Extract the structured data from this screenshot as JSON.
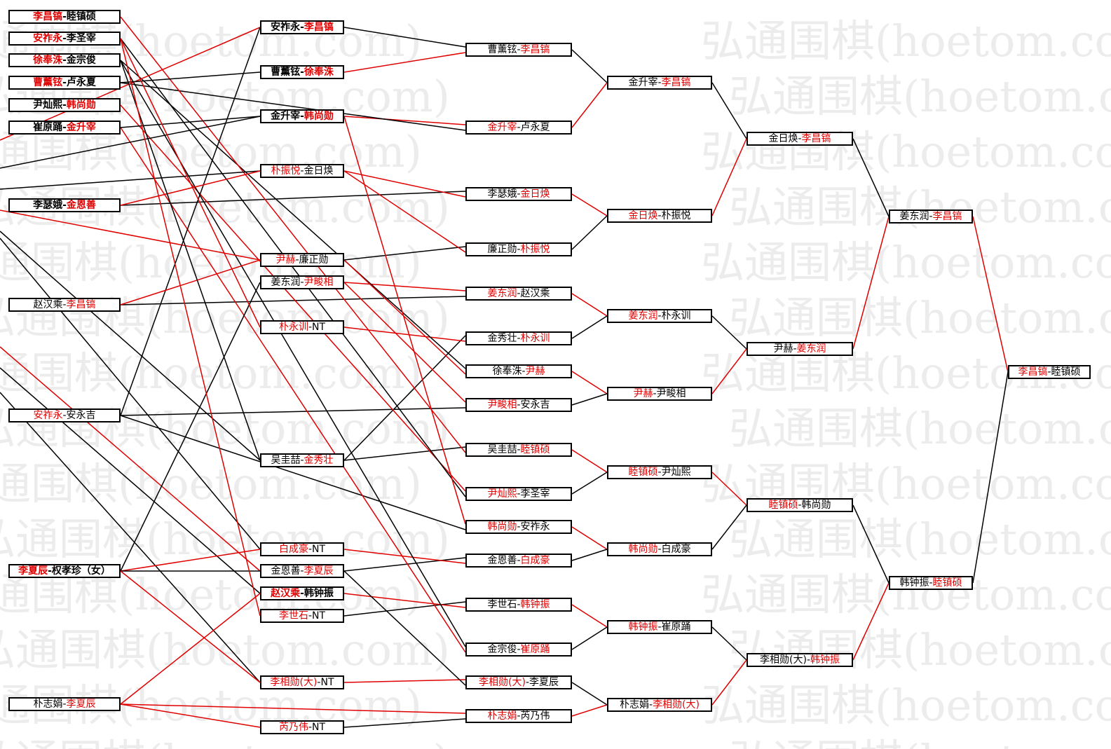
{
  "watermark": "弘通围棋(hoetom.com)",
  "colors": {
    "winner": "#e00000",
    "loser": "#000000",
    "line_win": "#e00000",
    "line_lose": "#000000"
  },
  "rounds": [
    {
      "name": "round-1",
      "matches": [
        {
          "id": "r1m1",
          "a": "李昌镐",
          "b": "睦镇硕",
          "winner": "a"
        },
        {
          "id": "r1m2",
          "a": "安祚永",
          "b": "李圣宰",
          "winner": "a"
        },
        {
          "id": "r1m3",
          "a": "徐奉洙",
          "b": "金宗俊",
          "winner": "a"
        },
        {
          "id": "r1m4",
          "a": "曹薰铉",
          "b": "卢永夏",
          "winner": "a"
        },
        {
          "id": "r1m5",
          "a": "尹灿熙",
          "b": "韩尚勋",
          "winner": "b"
        },
        {
          "id": "r1m6",
          "a": "崔原踊",
          "b": "金升宰",
          "winner": "b"
        },
        {
          "id": "r1m7",
          "a": "李瑟娥",
          "b": "金恩善",
          "winner": "b"
        },
        {
          "id": "r1m8",
          "a": "赵汉乘",
          "b": "李昌镐",
          "winner": "b"
        },
        {
          "id": "r1m9",
          "a": "安祚永",
          "b": "安永吉",
          "winner": "a"
        },
        {
          "id": "r1m10",
          "a": "李夏辰",
          "b": "权孝珍（女）",
          "winner": "a"
        },
        {
          "id": "r1m11",
          "a": "朴志娟",
          "b": "李夏辰",
          "winner": "b"
        }
      ]
    },
    {
      "name": "round-2",
      "matches": [
        {
          "id": "r2m1",
          "a": "安祚永",
          "b": "李昌镐",
          "winner": "b"
        },
        {
          "id": "r2m2",
          "a": "曹薰铉",
          "b": "徐奉洙",
          "winner": "b"
        },
        {
          "id": "r2m3",
          "a": "金升宰",
          "b": "韩尚勋",
          "winner": "b"
        },
        {
          "id": "r2m4",
          "a": "朴振悦",
          "b": "金日焕",
          "winner": "a"
        },
        {
          "id": "r2m5",
          "a": "尹赫",
          "b": "廉正勋",
          "winner": "a"
        },
        {
          "id": "r2m6",
          "a": "姜东润",
          "b": "尹畯相",
          "winner": "b"
        },
        {
          "id": "r2m7",
          "a": "朴永训",
          "b": "NT",
          "winner": "a"
        },
        {
          "id": "r2m8",
          "a": "吴圭喆",
          "b": "金秀壮",
          "winner": "b"
        },
        {
          "id": "r2m9",
          "a": "白成豪",
          "b": "NT",
          "winner": "a"
        },
        {
          "id": "r2m10",
          "a": "金恩善",
          "b": "李夏辰",
          "winner": "b"
        },
        {
          "id": "r2m11",
          "a": "赵汉乘",
          "b": "韩钟振",
          "winner": "a"
        },
        {
          "id": "r2m12",
          "a": "李世石",
          "b": "NT",
          "winner": "a"
        },
        {
          "id": "r2m13",
          "a": "李相勋(大)",
          "b": "NT",
          "winner": "a"
        },
        {
          "id": "r2m14",
          "a": "芮乃伟",
          "b": "NT",
          "winner": "a"
        }
      ]
    },
    {
      "name": "round-3",
      "matches": [
        {
          "id": "r3m1",
          "a": "曹薰铉",
          "b": "李昌镐",
          "winner": "b"
        },
        {
          "id": "r3m2",
          "a": "金升宰",
          "b": "卢永夏",
          "winner": "a"
        },
        {
          "id": "r3m3",
          "a": "李瑟娥",
          "b": "金日焕",
          "winner": "b"
        },
        {
          "id": "r3m4",
          "a": "廉正勋",
          "b": "朴振悦",
          "winner": "b"
        },
        {
          "id": "r3m5",
          "a": "姜东润",
          "b": "赵汉乘",
          "winner": "a"
        },
        {
          "id": "r3m6",
          "a": "金秀壮",
          "b": "朴永训",
          "winner": "b"
        },
        {
          "id": "r3m7",
          "a": "徐奉洙",
          "b": "尹赫",
          "winner": "b"
        },
        {
          "id": "r3m8",
          "a": "尹畯相",
          "b": "安永吉",
          "winner": "a"
        },
        {
          "id": "r3m9",
          "a": "吴圭喆",
          "b": "睦镇硕",
          "winner": "b"
        },
        {
          "id": "r3m10",
          "a": "尹灿熙",
          "b": "李圣宰",
          "winner": "a"
        },
        {
          "id": "r3m11",
          "a": "韩尚勋",
          "b": "安祚永",
          "winner": "a"
        },
        {
          "id": "r3m12",
          "a": "金恩善",
          "b": "白成豪",
          "winner": "b"
        },
        {
          "id": "r3m13",
          "a": "李世石",
          "b": "韩钟振",
          "winner": "b"
        },
        {
          "id": "r3m14",
          "a": "金宗俊",
          "b": "崔原踊",
          "winner": "b"
        },
        {
          "id": "r3m15",
          "a": "李相勋(大)",
          "b": "李夏辰",
          "winner": "a"
        },
        {
          "id": "r3m16",
          "a": "朴志娟",
          "b": "芮乃伟",
          "winner": "a"
        }
      ]
    },
    {
      "name": "round-4",
      "matches": [
        {
          "id": "r4m1",
          "a": "金升宰",
          "b": "李昌镐",
          "winner": "b"
        },
        {
          "id": "r4m2",
          "a": "金日焕",
          "b": "朴振悦",
          "winner": "a"
        },
        {
          "id": "r4m3",
          "a": "姜东润",
          "b": "朴永训",
          "winner": "a"
        },
        {
          "id": "r4m4",
          "a": "尹赫",
          "b": "尹畯相",
          "winner": "a"
        },
        {
          "id": "r4m5",
          "a": "睦镇硕",
          "b": "尹灿熙",
          "winner": "a"
        },
        {
          "id": "r4m6",
          "a": "韩尚勋",
          "b": "白成豪",
          "winner": "a"
        },
        {
          "id": "r4m7",
          "a": "韩钟振",
          "b": "崔原踊",
          "winner": "a"
        },
        {
          "id": "r4m8",
          "a": "朴志娟",
          "b": "李相勋(大)",
          "winner": "b"
        }
      ]
    },
    {
      "name": "round-5",
      "matches": [
        {
          "id": "r5m1",
          "a": "金日焕",
          "b": "李昌镐",
          "winner": "b"
        },
        {
          "id": "r5m2",
          "a": "尹赫",
          "b": "姜东润",
          "winner": "b"
        },
        {
          "id": "r5m3",
          "a": "睦镇硕",
          "b": "韩尚勋",
          "winner": "a"
        },
        {
          "id": "r5m4",
          "a": "李相勋(大)",
          "b": "韩钟振",
          "winner": "b"
        }
      ]
    },
    {
      "name": "semifinal",
      "matches": [
        {
          "id": "sf1",
          "a": "姜东润",
          "b": "李昌镐",
          "winner": "b"
        },
        {
          "id": "sf2",
          "a": "韩钟振",
          "b": "睦镇硕",
          "winner": "b"
        }
      ]
    },
    {
      "name": "final",
      "matches": [
        {
          "id": "final",
          "a": "李昌镐",
          "b": "睦镇硕",
          "winner": "a"
        }
      ]
    }
  ]
}
